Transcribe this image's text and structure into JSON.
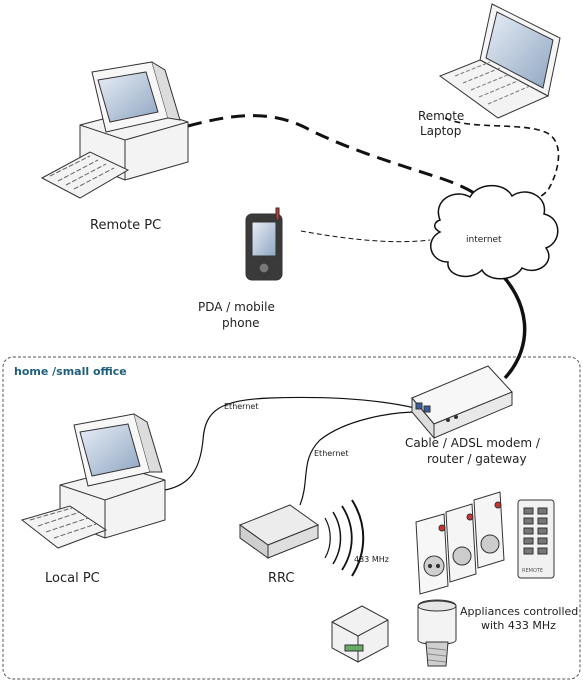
{
  "labels": {
    "remote_pc": "Remote PC",
    "remote_laptop_line1": "Remote",
    "remote_laptop_line2": "Laptop",
    "pda_line1": "PDA / mobile",
    "pda_line2": "phone",
    "internet": "internet",
    "home_office": "home /small office",
    "ethernet_1": "Ethernet",
    "ethernet_2": "Ethernet",
    "modem_line1": "Cable / ADSL modem /",
    "modem_line2": "router / gateway",
    "local_pc": "Local PC",
    "rrc": "RRC",
    "mhz": "433 MHz",
    "appliances_line1": "Appliances controlled",
    "appliances_line2": "with 433 MHz",
    "remote_brand": "REMOTE"
  },
  "colors": {
    "office_title": "#1f5f79",
    "outline": "#333333",
    "device_fill": "#f4f4f4",
    "screen": "#9fb3cc",
    "cable": "#111111"
  }
}
